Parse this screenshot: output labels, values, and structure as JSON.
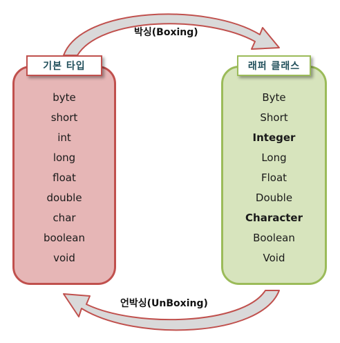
{
  "diagram": {
    "top_arrow_label": "박싱(Boxing)",
    "bottom_arrow_label": "언박싱(UnBoxing)",
    "left": {
      "title": "기본 타입",
      "items": [
        "byte",
        "short",
        "int",
        "long",
        "float",
        "double",
        "char",
        "boolean",
        "void"
      ]
    },
    "right": {
      "title": "래퍼 클래스",
      "items": [
        "Byte",
        "Short",
        "Integer",
        "Long",
        "Float",
        "Double",
        "Character",
        "Boolean",
        "Void"
      ],
      "bold_items": [
        "Integer",
        "Character"
      ]
    },
    "colors": {
      "left_fill": "#e6b6b6",
      "left_border": "#c0504d",
      "right_fill": "#d7e4bd",
      "right_border": "#9bbb59",
      "arrow_fill": "#d9d9d9",
      "arrow_border": "#c0504d"
    }
  }
}
